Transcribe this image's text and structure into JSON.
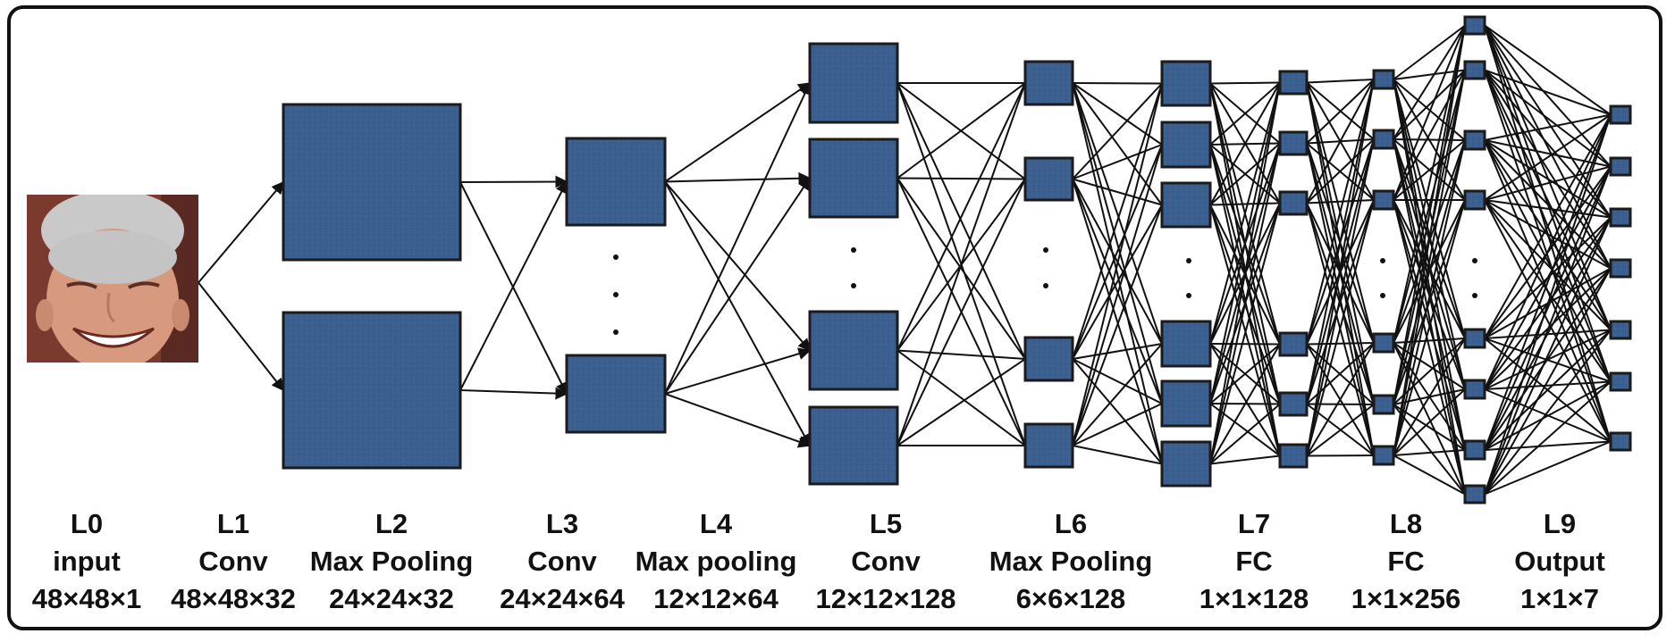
{
  "colors": {
    "node_fill": "#3b5f8e",
    "node_stroke": "#1b1b1b",
    "edge": "#111111",
    "frame": "#111111"
  },
  "input_image": "face-photo",
  "layers": [
    {
      "id": "L0",
      "type": "input",
      "shape": "48×48×1"
    },
    {
      "id": "L1",
      "type": "Conv",
      "shape": "48×48×32"
    },
    {
      "id": "L2",
      "type": "Max Pooling",
      "shape": "24×24×32"
    },
    {
      "id": "L3",
      "type": "Conv",
      "shape": "24×24×64"
    },
    {
      "id": "L4",
      "type": "Max pooling",
      "shape": "12×12×64"
    },
    {
      "id": "L5",
      "type": "Conv",
      "shape": "12×12×128"
    },
    {
      "id": "L6",
      "type": "Max Pooling",
      "shape": "6×6×128"
    },
    {
      "id": "L7",
      "type": "FC",
      "shape": "1×1×128"
    },
    {
      "id": "L8",
      "type": "FC",
      "shape": "1×1×256"
    },
    {
      "id": "L9",
      "type": "Output",
      "shape": "1×1×7"
    }
  ]
}
